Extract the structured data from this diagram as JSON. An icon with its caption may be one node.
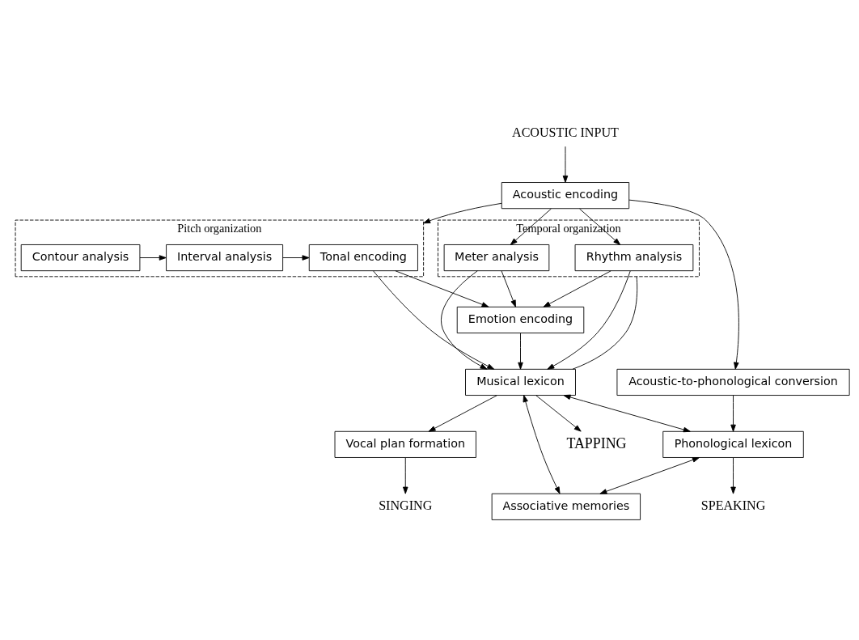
{
  "diagram": {
    "nodes": [
      {
        "text": [
          "ACOUSTIC INPUT"
        ]
      },
      {
        "text": [
          "Acoustic encoding"
        ]
      },
      {
        "text": [
          "Pitch organization"
        ]
      },
      {
        "text": [
          "Tonal encoding"
        ],
        "in": 2
      },
      {
        "text": [
          "Interval analysis"
        ],
        "in": 2
      },
      {
        "text": [
          "Contour analysis"
        ],
        "in": 2
      },
      {
        "text": [
          "Temporal organization"
        ]
      },
      {
        "text": [
          "Rhythm analysis"
        ],
        "in": 6
      },
      {
        "text": [
          "Meter analysis"
        ],
        "in": 6
      },
      {
        "text": [
          "Acoustic-to-phonological conversion"
        ]
      },
      {
        "text": [
          "Emotion encoding"
        ]
      },
      {
        "text": [
          "Musical lexicon"
        ]
      },
      {
        "text": [
          "Phonological lexicon"
        ]
      },
      {
        "text": [
          "Vocal plan formation"
        ]
      },
      {
        "text": [
          "Associative memories"
        ]
      },
      {
        "text": [
          "SINGING"
        ]
      },
      {
        "text": [
          "TAPPING"
        ]
      },
      {
        "text": [
          "SPEAKING"
        ]
      }
    ],
    "edges": [
      {
        "from": 0,
        "to": 1,
        "arrow": "to"
      },
      {
        "from": 1,
        "to": 2,
        "arrow": "to"
      },
      {
        "from": 1,
        "to": 7,
        "arrow": "to"
      },
      {
        "from": 1,
        "to": 8,
        "arrow": "to"
      },
      {
        "from": 1,
        "to": 9,
        "arrow": "to"
      },
      {
        "from": 5,
        "to": 4,
        "arrow": "to"
      },
      {
        "from": 4,
        "to": 3,
        "arrow": "to"
      },
      {
        "from": 3,
        "to": 10,
        "arrow": "to"
      },
      {
        "from": 3,
        "to": 11,
        "arrow": "to"
      },
      {
        "from": 7,
        "to": 10,
        "arrow": "to"
      },
      {
        "from": 8,
        "to": 10,
        "arrow": "to"
      },
      {
        "from": 7,
        "to": 11,
        "arrow": "to"
      },
      {
        "from": 8,
        "to": 11,
        "arrow": "to"
      },
      {
        "from": 11,
        "to": 6,
        "arrow": "none"
      },
      {
        "from": 9,
        "to": 12,
        "arrow": "to"
      },
      {
        "from": 10,
        "to": 11,
        "arrow": "to"
      },
      {
        "from": 11,
        "to": 12,
        "arrow": "both"
      },
      {
        "from": 11,
        "to": 13,
        "arrow": "to"
      },
      {
        "from": 11,
        "to": 14,
        "arrow": "both"
      },
      {
        "from": 12,
        "to": 14,
        "arrow": "both"
      },
      {
        "from": 11,
        "to": 16,
        "arrow": "to"
      },
      {
        "from": 13,
        "to": 15,
        "arrow": "to"
      },
      {
        "from": 12,
        "to": 17,
        "arrow": "to"
      }
    ]
  }
}
